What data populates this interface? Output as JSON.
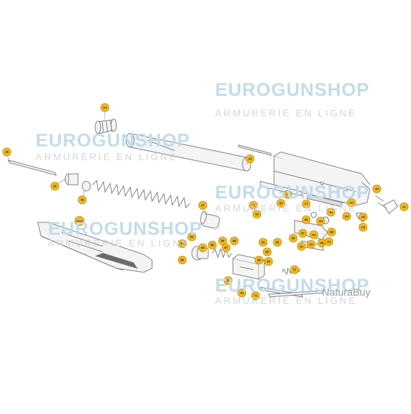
{
  "watermarks": [
    {
      "brand": "EUROGUNSHOP",
      "sub": "ARMURERIE EN LIGNE"
    },
    {
      "brand": "EUROGUNSHOP",
      "sub": "ARMURERIE EN LIGNE"
    },
    {
      "brand": "EUROGUNSHOP",
      "sub": "ARMURERIE EN LIGNE"
    },
    {
      "brand": "EUROGUNSHOP",
      "sub": "ARMURERIE EN LIGNE"
    },
    {
      "brand": "EUROGUNSHOP",
      "sub": "ARMURERIE EN LIGNE"
    }
  ],
  "naturabuy": {
    "text": "NaturaBuy"
  },
  "colors": {
    "callout_fill": "#f2b81d",
    "callout_stroke": "#a57a00",
    "line": "#7d7d7d",
    "part_fill": "#f4f4f4",
    "dark_part": "#6a6a6a"
  },
  "callouts": [
    "110",
    "28",
    "29",
    "30",
    "19",
    "13",
    "14",
    "15",
    "16",
    "17",
    "18",
    "111",
    "FR18",
    "27",
    "63",
    "62",
    "84",
    "85",
    "86",
    "87",
    "88",
    "89",
    "90",
    "91",
    "92",
    "93",
    "94",
    "95",
    "96",
    "97",
    "98",
    "99",
    "100",
    "101",
    "102",
    "103",
    "104",
    "105",
    "106",
    "107",
    "108",
    "109",
    "150",
    "70",
    "71",
    "72"
  ]
}
